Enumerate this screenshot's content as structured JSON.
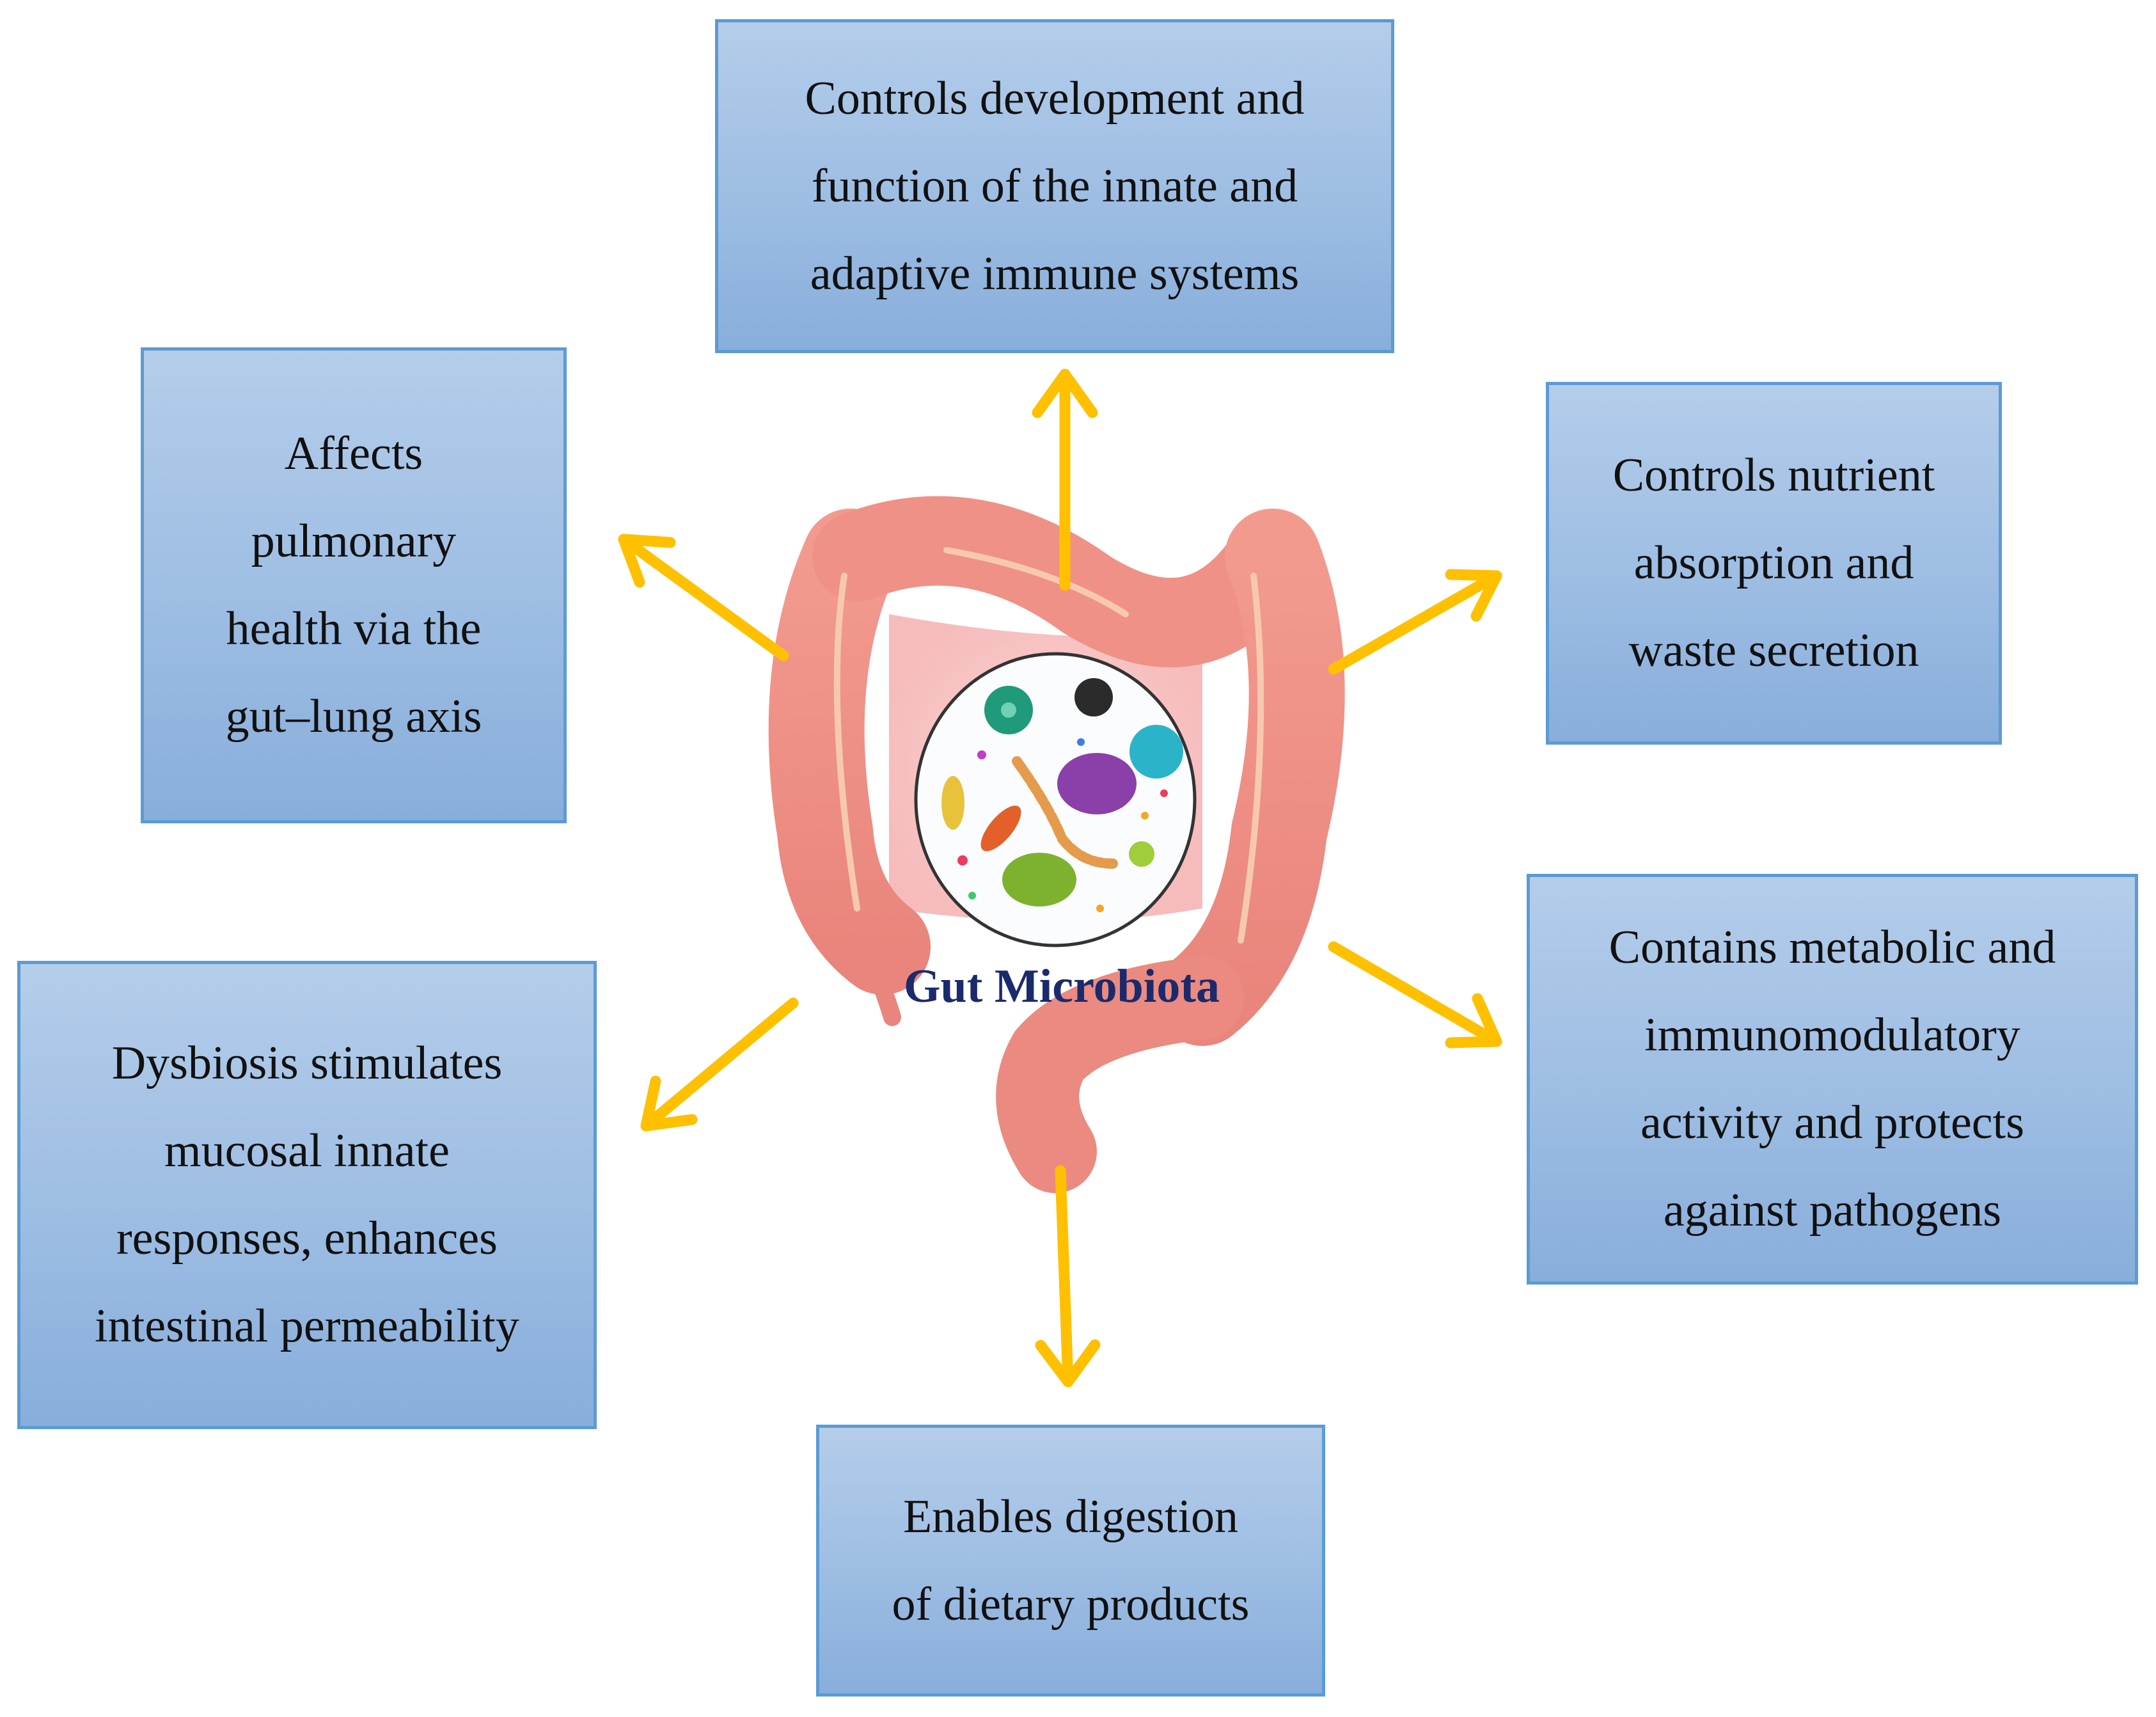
{
  "center": {
    "label": "Gut Microbiota"
  },
  "boxes": {
    "top": "Controls development and\nfunction of the innate and\nadaptive immune systems",
    "top_left": "Affects\npulmonary\nhealth via the\ngut–lung axis",
    "top_right": "Controls nutrient\nabsorption and\nwaste secretion",
    "bottom_right": "Contains metabolic and\nimmunomodulatory\nactivity and protects\nagainst pathogens",
    "bottom_left": "Dysbiosis stimulates\nmucosal innate\nresponses, enhances\nintestinal permeability",
    "bottom": "Enables digestion\nof dietary products"
  },
  "colors": {
    "arrow": "#ffc000",
    "box_border": "#5b9bd5",
    "box_fill": "#9dbde3",
    "intestine": "#ee8f86",
    "label": "#1a2a6c"
  }
}
